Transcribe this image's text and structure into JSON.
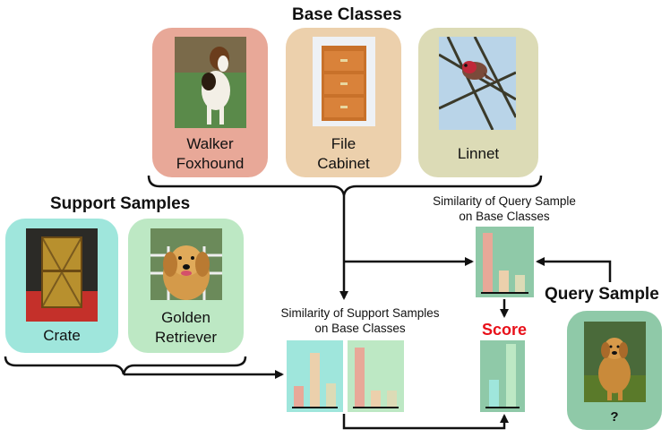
{
  "titles": {
    "base_classes": "Base Classes",
    "support_samples": "Support Samples",
    "query_sample": "Query Sample"
  },
  "base_classes": [
    {
      "line1": "Walker",
      "line2": "Foxhound",
      "color": "#e8a898",
      "photo": "dog-photo"
    },
    {
      "line1": "File",
      "line2": "Cabinet",
      "color": "#ecd0ac",
      "photo": "file-cabinet-photo"
    },
    {
      "line1": "Linnet",
      "line2": "",
      "color": "#dcdbb6",
      "photo": "bird-photo"
    }
  ],
  "support_samples": [
    {
      "line1": "Crate",
      "line2": "",
      "color": "#9fe6dc",
      "photo": "crate-photo"
    },
    {
      "line1": "Golden",
      "line2": "Retriever",
      "color": "#bde8c4",
      "photo": "golden-retriever-photo"
    }
  ],
  "query": {
    "label": "?",
    "color": "#8fc9a8",
    "photo": "golden-retriever-photo"
  },
  "captions": {
    "support_similarity_line1": "Similarity of Support Samples",
    "support_similarity_line2": "on Base Classes",
    "query_similarity_line1": "Similarity of Query Sample",
    "query_similarity_line2": "on Base Classes",
    "score": "Score"
  },
  "bar_colors": {
    "walker_foxhound": "#e8a898",
    "file_cabinet": "#ecd0ac",
    "linnet": "#dcdbb6",
    "score_crate": "#9fe6dc",
    "score_golden": "#bde8c4"
  },
  "panel_colors": {
    "crate_similarity": "#9fe6dc",
    "golden_similarity": "#bde8c4",
    "query_similarity": "#8fc9a8",
    "score": "#8fc9a8"
  }
}
